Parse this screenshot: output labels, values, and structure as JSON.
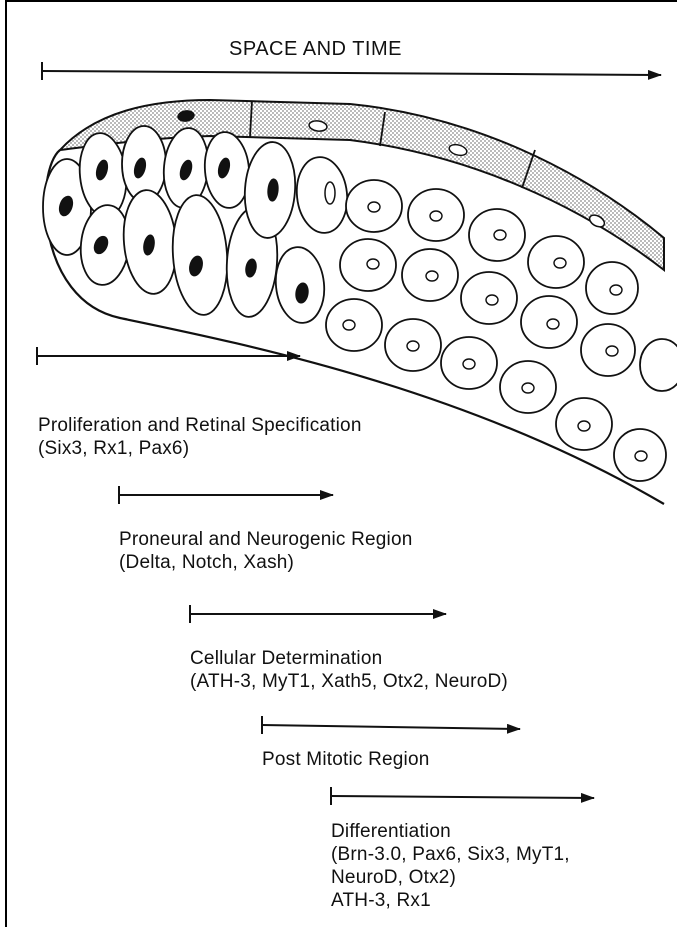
{
  "title": "SPACE AND TIME",
  "stages": [
    {
      "name": "Proliferation and Retinal Specification",
      "genes": [
        "(Six3, Rx1, Pax6)"
      ]
    },
    {
      "name": "Proneural and Neurogenic Region",
      "genes": [
        "(Delta, Notch, Xash)"
      ]
    },
    {
      "name": "Cellular Determination",
      "genes": [
        "(ATH-3, MyT1, Xath5, Otx2, NeuroD)"
      ]
    },
    {
      "name": "Post Mitotic Region",
      "genes": []
    },
    {
      "name": "Differentiation",
      "genes": [
        "(Brn-3.0, Pax6, Six3, MyT1,",
        "NeuroD, Otx2)",
        "ATH-3, Rx1"
      ]
    }
  ],
  "colors": {
    "ink": "#111111",
    "stipple": "#c9c9c9",
    "background": "#ffffff"
  }
}
